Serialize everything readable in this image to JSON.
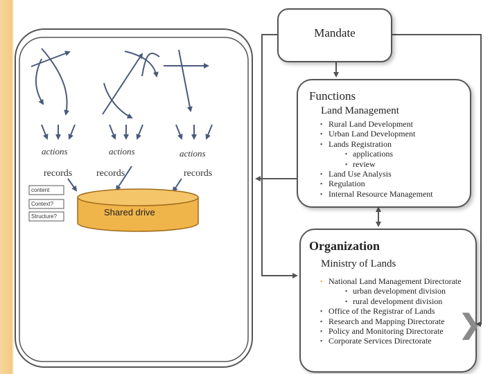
{
  "mandate": {
    "title": "Mandate"
  },
  "functions": {
    "heading": "Functions",
    "subheading": "Land Management",
    "items": [
      {
        "text": "Rural Land Development",
        "level": 1
      },
      {
        "text": "Urban Land Development",
        "level": 1
      },
      {
        "text": "Lands Registration",
        "level": 1
      },
      {
        "text": "applications",
        "level": 2
      },
      {
        "text": "review",
        "level": 2
      },
      {
        "text": "Land Use Analysis",
        "level": 1
      },
      {
        "text": "Regulation",
        "level": 1
      },
      {
        "text": "Internal Resource Management",
        "level": 1
      }
    ]
  },
  "organization": {
    "heading": "Organization",
    "subheading": "Ministry of Lands",
    "items": [
      {
        "text": "National Land Management Directorate",
        "level": 1,
        "accent": true
      },
      {
        "text": "urban development division",
        "level": 2
      },
      {
        "text": "rural development division",
        "level": 2
      },
      {
        "text": "Office of the Registrar of Lands",
        "level": 1
      },
      {
        "text": "Research and Mapping Directorate",
        "level": 1
      },
      {
        "text": "Policy and Monitoring Directorate",
        "level": 1
      },
      {
        "text": "Corporate Services Directorate",
        "level": 1
      }
    ]
  },
  "left_panel": {
    "actions_labels": [
      "actions",
      "actions",
      "actions"
    ],
    "records_labels": [
      "records",
      "records",
      "records"
    ],
    "content_label": "content",
    "context_label": "Context?",
    "structure_label": "Structure?",
    "shared_drive_label": "Shared drive"
  },
  "colors": {
    "accent": "#e8b341",
    "stripe": "#f3ca84",
    "drive_fill": "#f0b54a",
    "arrow": "#4a5a7a"
  }
}
